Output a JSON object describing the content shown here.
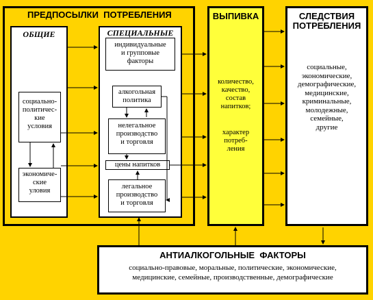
{
  "premises": {
    "title": "ПРЕДПОСЫЛКИ  ПОТРЕБЛЕНИЯ",
    "general": {
      "title": "ОБЩИЕ",
      "socio_political": "социально-\nполитичес-\nкие\nусловия",
      "economic": "экономиче-\nские\nуловия"
    },
    "special": {
      "title": "СПЕЦИАЛЬНЫЕ",
      "individual": "индивидуальные\nи групповые\nфакторы",
      "alcohol_policy": "алкогольная\nполитика",
      "illegal": "нелегальное\nпроизводство\nи торговля",
      "prices": "цены напитков",
      "legal": "легальное\nпроизводство\nи торговля"
    }
  },
  "drinking": {
    "title": "ВЫПИВКА",
    "text1": "количество,\nкачество,\nсостав\nнапитков;",
    "text2": "характер\nпотреб-\nления"
  },
  "consequences": {
    "title": "СЛЕДСТВИЯ\nПОТРЕБЛЕНИЯ",
    "list": "социальные,\nэкономические,\nдемографические,\nмедицинские,\nкриминальные,\nмолодежные,\nсемейные,\nдругие"
  },
  "anti": {
    "title": "АНТИАЛКОГОЛЬНЫЕ  ФАКТОРЫ",
    "list": "социально-правовые, моральные, политические, экономические,\nмедицинские, семейные, производственные, демографические"
  },
  "colors": {
    "background": "#ffd300",
    "drinking_fill": "#ffff3a",
    "box": "#ffffff",
    "line": "#000000"
  }
}
